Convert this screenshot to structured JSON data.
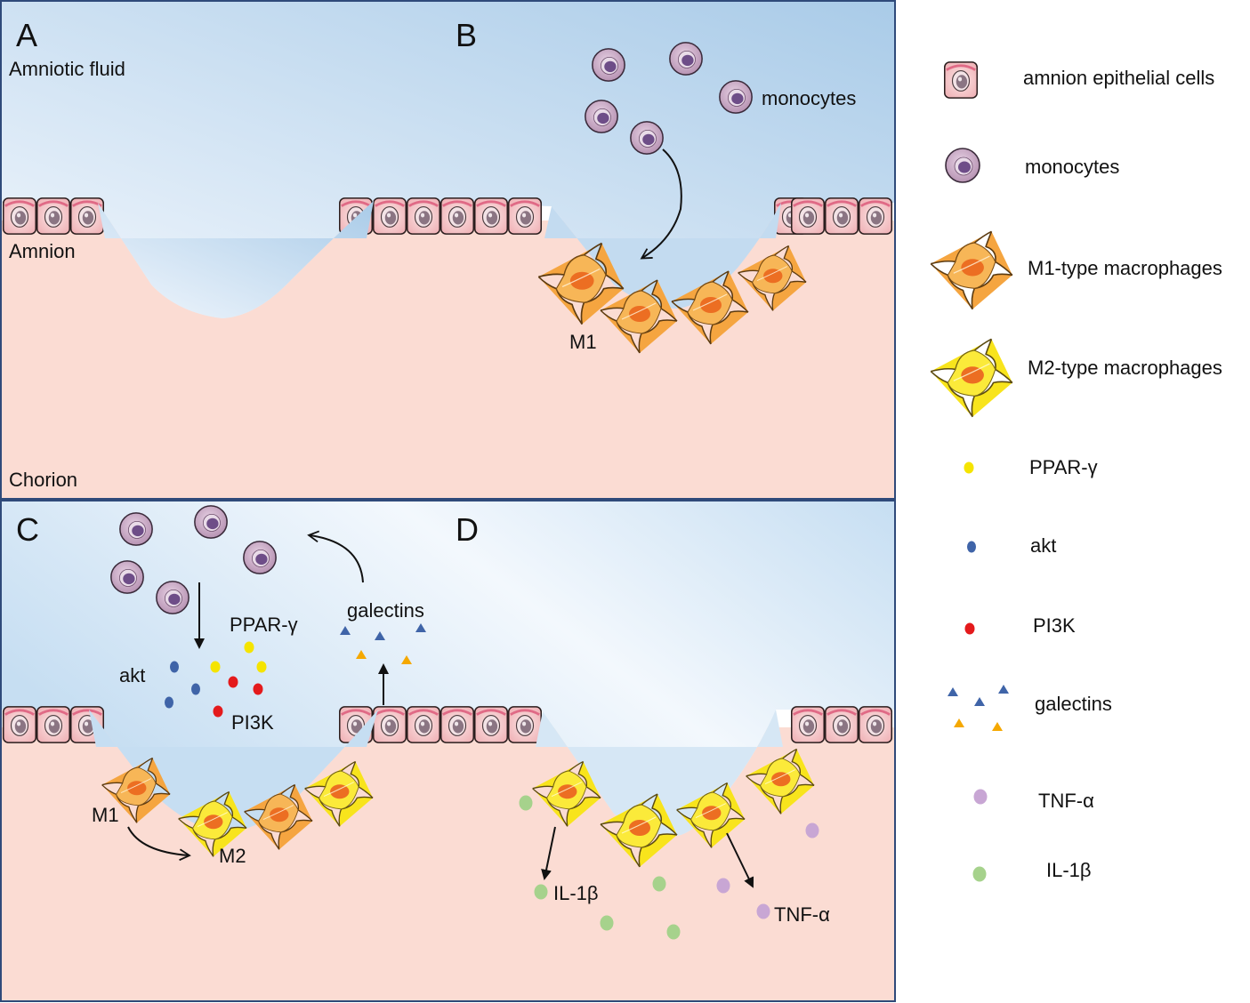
{
  "panels": [
    {
      "letter": "A",
      "region_labels": [
        "Amniotic fluid",
        "Amnion",
        "Chorion"
      ]
    },
    {
      "letter": "B",
      "labels": [
        "monocytes",
        "M1"
      ]
    },
    {
      "letter": "C",
      "labels": [
        "akt",
        "PPAR-γ",
        "PI3K",
        "galectins",
        "M1",
        "M2"
      ]
    },
    {
      "letter": "D",
      "labels": [
        "IL-1β",
        "TNF-α"
      ]
    }
  ],
  "legend": [
    {
      "label": "amnion epithelial cells",
      "icon": "amnion-epithelial-cell-icon"
    },
    {
      "label": "monocytes",
      "icon": "monocyte-icon"
    },
    {
      "label": "M1-type macrophages",
      "icon": "m1-macrophage-icon"
    },
    {
      "label": "M2-type macrophages",
      "icon": "m2-macrophage-icon"
    },
    {
      "label": "PPAR-γ",
      "icon": "ppar-gamma-dot-icon",
      "color": "#f5e400"
    },
    {
      "label": "akt",
      "icon": "akt-dot-icon",
      "color": "#3f64a8"
    },
    {
      "label": "PI3K",
      "icon": "pi3k-dot-icon",
      "color": "#e41a1c"
    },
    {
      "label": "galectins",
      "icon": "galectins-triangles-icon",
      "colors": [
        "#3f64a8",
        "#f5a800"
      ]
    },
    {
      "label": "TNF-α",
      "icon": "tnf-alpha-dot-icon",
      "color": "#c8a6d4"
    },
    {
      "label": "IL-1β",
      "icon": "il-1beta-dot-icon",
      "color": "#a6d28c"
    }
  ],
  "colors": {
    "fluid_top": "#aecde8",
    "fluid_light": "#eef5fc",
    "tissue": "#fbdcd3",
    "monocyte": "#c8a6c4",
    "m1_body": "#f5a540",
    "m2_body": "#f8e41c",
    "nucleus": "#f07a26"
  }
}
